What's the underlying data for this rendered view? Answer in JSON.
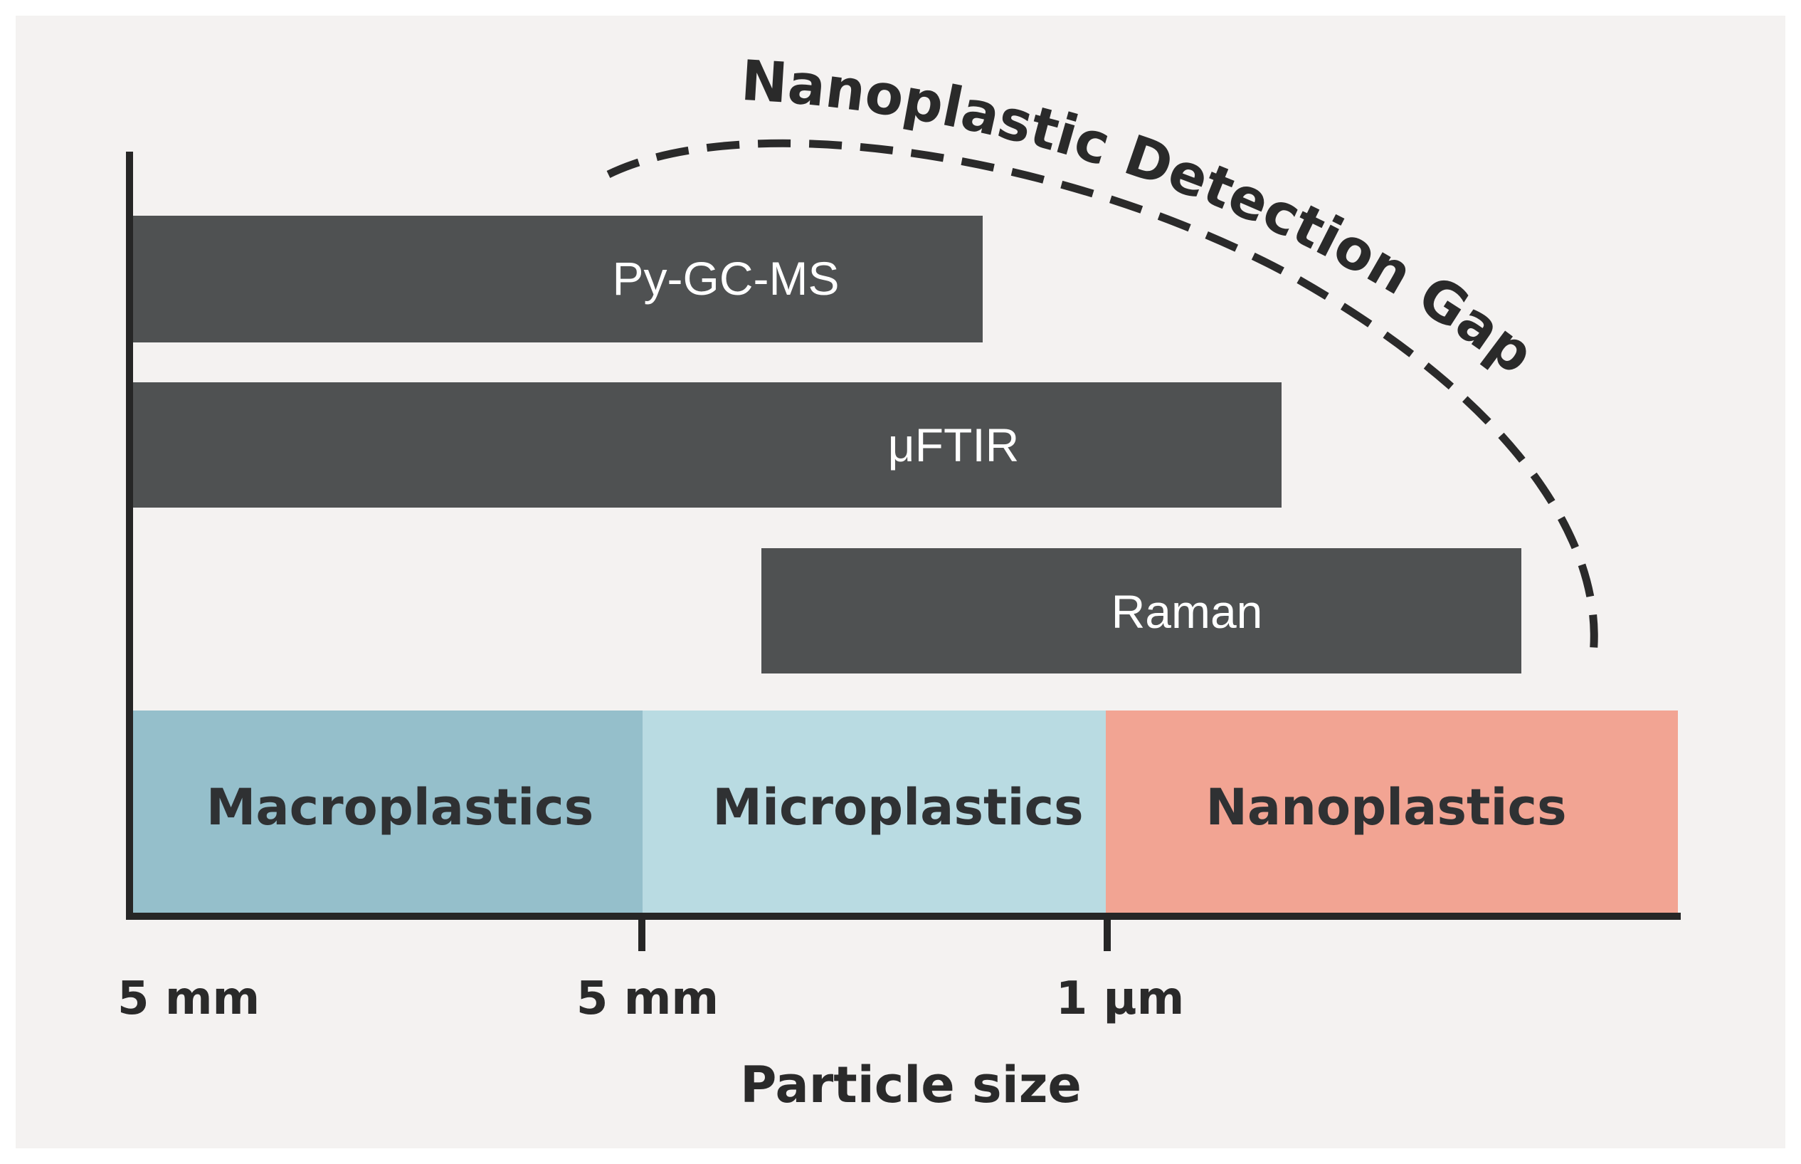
{
  "methods": [
    {
      "label": "Py-GC-MS"
    },
    {
      "label": "μFTIR"
    },
    {
      "label": "Raman"
    }
  ],
  "categories": [
    {
      "label": "Macroplastics",
      "color": "#95bfcb"
    },
    {
      "label": "Microplastics",
      "color": "#b9dbe2"
    },
    {
      "label": "Nanoplastics",
      "color": "#f2a493"
    }
  ],
  "axis": {
    "ticks": [
      "5 mm",
      "5 mm",
      "1 μm"
    ],
    "title": "Particle size"
  },
  "annotation": {
    "gap_label": "Nanoplastic Detection Gap"
  },
  "colors": {
    "bar": "#4f5152",
    "axis": "#262626",
    "background": "#f4f2f1"
  }
}
